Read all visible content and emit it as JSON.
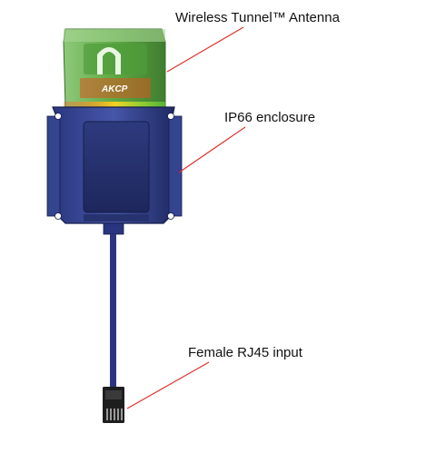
{
  "labels": {
    "antenna": "Wireless Tunnel™ Antenna",
    "enclosure": "IP66 enclosure",
    "rj45": "Female RJ45 input"
  },
  "logo_text": "AKCP",
  "colors": {
    "background": "#ffffff",
    "leader_line": "#e0302a",
    "enclosure_blue": "#3a4a9c",
    "enclosure_dark": "#1f2a63",
    "cable": "#2e3580",
    "antenna_green": "#5ea944",
    "antenna_dark_green": "#3f7d2f",
    "label_text": "#111111"
  }
}
